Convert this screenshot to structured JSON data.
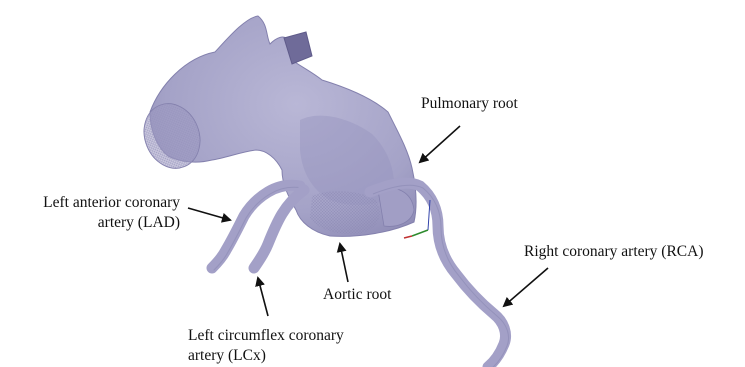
{
  "colors": {
    "vessel_fill": "#a8a6c9",
    "vessel_shade": "#8f8cb6",
    "vessel_highlight": "#c4c2dd",
    "arrow": "#111111",
    "background": "#ffffff"
  },
  "labels": {
    "pulmonary_root": "Pulmonary root",
    "lad_line1": "Left anterior coronary",
    "lad_line2": "artery (LAD)",
    "lcx_line1": "Left circumflex coronary",
    "lcx_line2": "artery (LCx)",
    "aortic_root": "Aortic root",
    "rca": "Right coronary artery (RCA)"
  }
}
